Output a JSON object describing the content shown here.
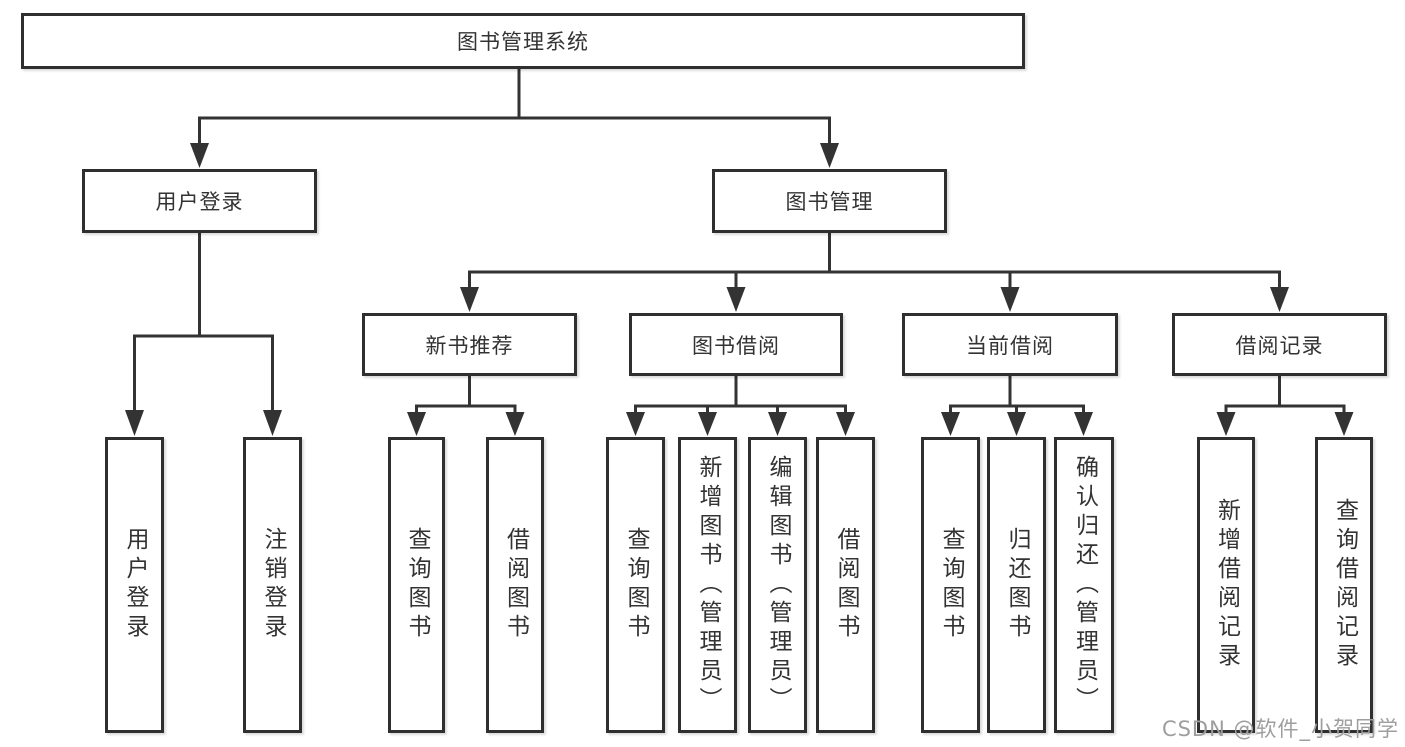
{
  "diagram": {
    "title": "图书管理系统",
    "type": "hierarchy-tree",
    "colors": {
      "background": "#ffffff",
      "line": "#333333",
      "box_border": "#2f2f2f",
      "text": "#333333",
      "watermark": "#9e9e9e"
    },
    "nodes": {
      "root": {
        "label": "图书管理系统"
      },
      "user_login": {
        "label": "用户登录"
      },
      "book_mgmt": {
        "label": "图书管理"
      },
      "new_book_rec": {
        "label": "新书推荐"
      },
      "book_borrow": {
        "label": "图书借阅"
      },
      "current_borrow": {
        "label": "当前借阅"
      },
      "borrow_records": {
        "label": "借阅记录"
      },
      "leaf_user_login": {
        "label": "用户登录"
      },
      "leaf_logout": {
        "label": "注销登录"
      },
      "leaf_query_book_1": {
        "label": "查询图书"
      },
      "leaf_borrow_book_1": {
        "label": "借阅图书"
      },
      "leaf_query_book_2": {
        "label": "查询图书"
      },
      "leaf_add_book": {
        "label": "新增图书（管理员）"
      },
      "leaf_edit_book": {
        "label": "编辑图书（管理员）"
      },
      "leaf_borrow_book_2": {
        "label": "借阅图书"
      },
      "leaf_query_book_3": {
        "label": "查询图书"
      },
      "leaf_return_book": {
        "label": "归还图书"
      },
      "leaf_confirm_return": {
        "label": "确认归还（管理员）"
      },
      "leaf_add_record": {
        "label": "新增借阅记录"
      },
      "leaf_query_record": {
        "label": "查询借阅记录"
      }
    },
    "hierarchy": {
      "root": [
        "user_login",
        "book_mgmt"
      ],
      "user_login": [
        "leaf_user_login",
        "leaf_logout"
      ],
      "book_mgmt": [
        "new_book_rec",
        "book_borrow",
        "current_borrow",
        "borrow_records"
      ],
      "new_book_rec": [
        "leaf_query_book_1",
        "leaf_borrow_book_1"
      ],
      "book_borrow": [
        "leaf_query_book_2",
        "leaf_add_book",
        "leaf_edit_book",
        "leaf_borrow_book_2"
      ],
      "current_borrow": [
        "leaf_query_book_3",
        "leaf_return_book",
        "leaf_confirm_return"
      ],
      "borrow_records": [
        "leaf_add_record",
        "leaf_query_record"
      ]
    },
    "watermark": "CSDN @软件_小贺同学"
  }
}
